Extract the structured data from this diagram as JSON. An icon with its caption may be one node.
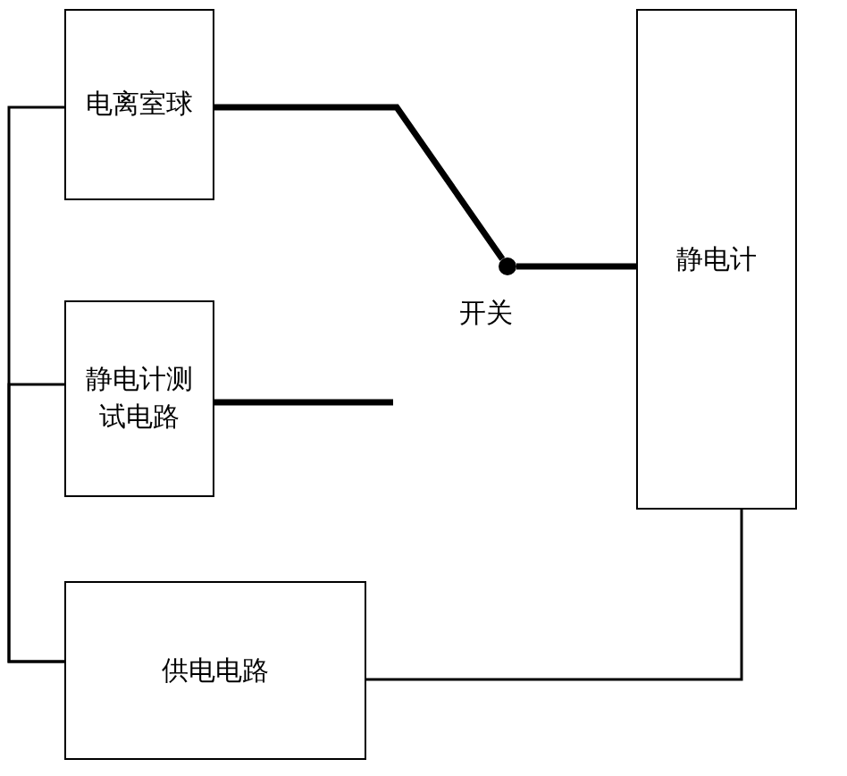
{
  "diagram": {
    "nodes": [
      {
        "text": [
          "电离室球"
        ]
      },
      {
        "text": [
          "静电计测试电路"
        ]
      },
      {
        "text": [
          "供电电路"
        ]
      },
      {
        "text": [
          "静电计"
        ]
      },
      {
        "text": [],
        "shape": "circle",
        "beside": [
          "开关"
        ]
      }
    ],
    "edges": [
      {
        "from": 0,
        "to": 4,
        "arrow": "none",
        "style": "thick"
      },
      {
        "from": 1,
        "to": null,
        "arrow": "none",
        "style": "thick"
      },
      {
        "from": 4,
        "to": 3,
        "arrow": "none",
        "style": "thick"
      },
      {
        "from": 0,
        "to": 2,
        "arrow": "none"
      },
      {
        "from": 1,
        "to": 2,
        "arrow": "none"
      },
      {
        "from": 2,
        "to": 3,
        "arrow": "none"
      }
    ]
  }
}
